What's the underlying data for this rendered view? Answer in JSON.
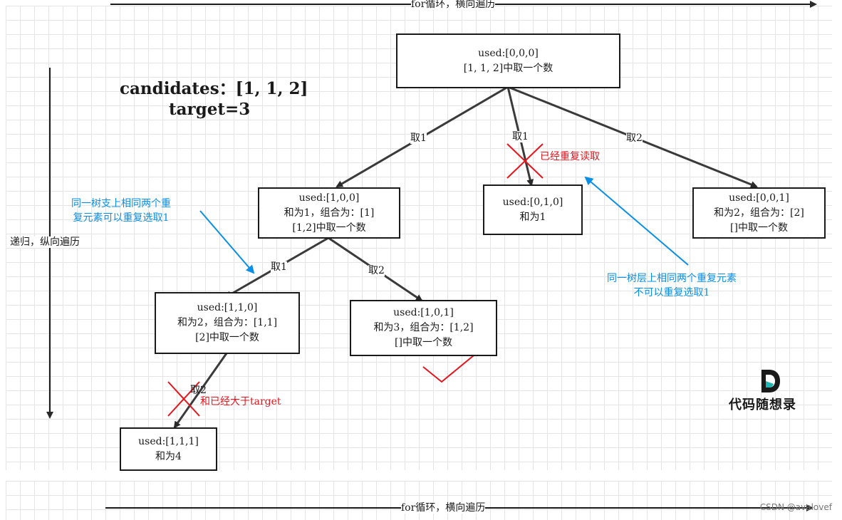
{
  "top_axis_label": "for循环，横向遍历",
  "bottom_axis_label": "for循环，横向遍历",
  "left_axis_label": "递归，纵向遍历",
  "problem": {
    "candidates": "candidates：[1, 1, 2]",
    "target": "target=3"
  },
  "nodes": {
    "root": {
      "line1": "used:[0,0,0]",
      "line2": "[1, 1, 2]中取一个数"
    },
    "a": {
      "line1": "used:[1,0,0]",
      "line2": "和为1，组合为：[1]",
      "line3": "[1,2]中取一个数"
    },
    "b": {
      "line1": "used:[0,1,0]",
      "line2": "和为1"
    },
    "c": {
      "line1": "used:[0,0,1]",
      "line2": "和为2，组合为：[2]",
      "line3": "[]中取一个数"
    },
    "d": {
      "line1": "used:[1,1,0]",
      "line2": "和为2，组合为：[1,1]",
      "line3": "[2]中取一个数"
    },
    "e": {
      "line1": "used:[1,0,1]",
      "line2": "和为3，组合为：[1,2]",
      "line3": "[]中取一个数"
    },
    "f": {
      "line1": "used:[1,1,1]",
      "line2": "和为4"
    }
  },
  "edge_labels": {
    "root_a": "取1",
    "root_b": "取1",
    "root_c": "取2",
    "a_d": "取1",
    "a_e": "取2",
    "d_f": "取2"
  },
  "red_notes": {
    "duplicate": "已经重复读取",
    "exceeded": "和已经大于target"
  },
  "blue_notes": {
    "branch_line1": "同一树支上相同两个重",
    "branch_line2": "复元素可以重复选取1",
    "layer_line1": "同一树层上相同两个重复元素",
    "layer_line2": "不可以重复选取1"
  },
  "logo_text": "代码随想录",
  "watermark": "CSDN @avalovef",
  "colors": {
    "line": "#3a3a3a",
    "red": "#e4151c",
    "blue": "#0a8fe8",
    "logo_accent": "#1fb5b0"
  }
}
